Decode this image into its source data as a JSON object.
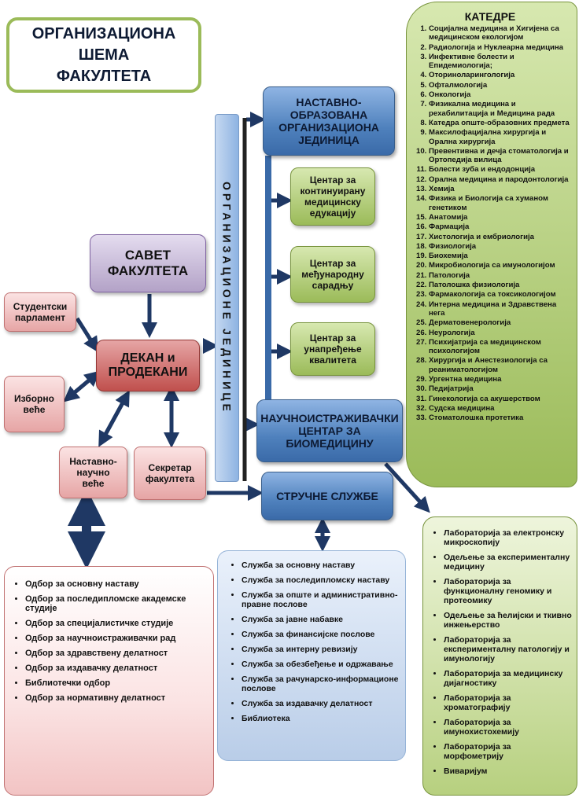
{
  "title": "ОРГАНИЗАЦИОНА ШЕМА ФАКУЛТЕТА",
  "units_bar": "ОРГАНИЗАЦИОНЕ ЈЕДИНИЦЕ",
  "nastavno": "НАСТАВНО-ОБРАЗОВАНА ОРГАНИЗАЦИОНА ЈЕДИНИЦА",
  "centers": [
    "Центар за континуирану медицинску едукацију",
    "Центар за међународну сарадњу",
    "Центар за унапређење квалитета"
  ],
  "research": "НАУЧНОИСТРАЖИВАЧКИ ЦЕНТАР ЗА БИОМЕДИЦИНУ",
  "services": "СТРУЧНЕ СЛУЖБЕ",
  "council": "САВЕТ ФАКУЛТЕТА",
  "dean": "ДЕКАН и ПРОДЕКАНИ",
  "student": "Студентски парламент",
  "electoral": "Изборно веће",
  "teaching": "Наставно-научно веће",
  "secretary": "Секретар факултета",
  "katedre_title": "КАТЕДРЕ",
  "katedre": [
    "Социјална медицина и Хигијена са медицинском екологијом",
    "Радиологија и Нуклеарна медицина",
    "Инфективне болести и Епидемиологија;",
    "Оториноларингологија",
    "Офталмологија",
    "Онкологија",
    "Физикална медицина и рехабилитација и Медицина рада",
    "Катедра опште-образовних предмета",
    "Максилофацијална хирургија и Орална хирургија",
    "Превентивна и дечја стоматологија и Ортопедија вилица",
    "Болести зуба и ендодонција",
    "Орална медицина и пародонтологија",
    "Хемија",
    "Физика и Биологија са хуманом генетиком",
    "Анатомија",
    "Фармација",
    "Хистологија и ембриологија",
    "Физиологија",
    "Биохемија",
    "Микробиологија са имунологијом",
    "Патологија",
    "Патолошка физиологија",
    "Фармакологија са токсикологијом",
    "Интерна медицина и Здравствена нега",
    "Дерматовенерологија",
    "Неурологија",
    "Психијатрија са медицинском психологијом",
    "Хирургија и Анестезиологија са реаниматологијом",
    "Ургентна медицина",
    "Педијатрија",
    "Гинекологија са акушерством",
    "Судска медицина",
    "Стоматолошка протетика"
  ],
  "committees": [
    "Одбор за основну наставу",
    "Одбор за последипломске академске студије",
    "Одбор за специјалистичке студије",
    "Одбор за научноистраживачки рад",
    "Одбор за здравствену делатност",
    "Одбор за издавачку делатност",
    "Библиотечки одбор",
    "Одбор за нормативну делатност"
  ],
  "service_list": [
    "Служба за основну наставу",
    "Служба за последипломску наставу",
    "Служба за опште и административно-правне послове",
    "Служба за јавне набавке",
    "Служба за финансијске послове",
    "Служба за интерну ревизију",
    "Служба за обезбеђење и одржавање",
    "Служба за рачунарско-информационе послове",
    "Служба за издавачку делатност",
    "Библиотека"
  ],
  "labs": [
    "Лабораторија за електронску микроскопију",
    "Одељење за експерименталну медицину",
    "Лабораторија за функционалну геномику и протеомику",
    "Одељење за ћелијски и ткивно инжењерство",
    "Лабораторија за експерименталну патологију и имунологију",
    "Лабораторија за медицинску дијагностику",
    "Лабораторија за хроматографију",
    "Лабораторија за имунохистохемију",
    "Лабораторија за морфометрију",
    "Виваријум"
  ],
  "colors": {
    "arrow": "#1f3864",
    "blue": "#4f81bd",
    "green": "#9bbb59",
    "pink": "#e6a5a5",
    "red": "#c0504d",
    "lavender": "#b3a2c7"
  }
}
